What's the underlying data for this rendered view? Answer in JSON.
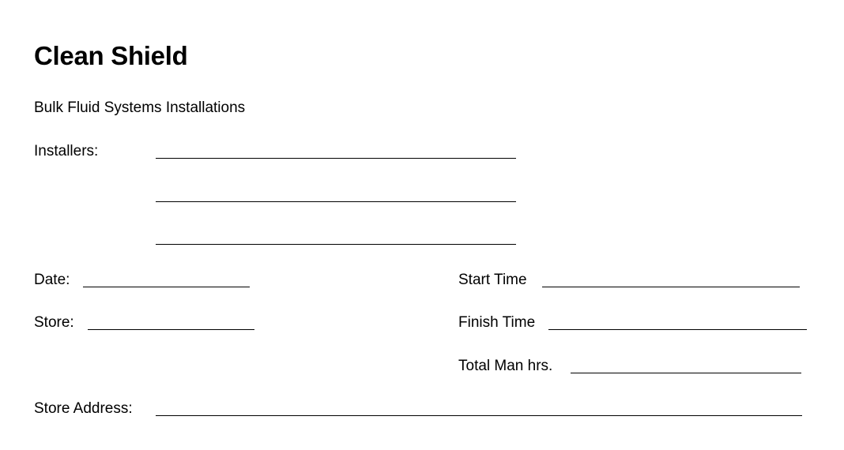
{
  "document": {
    "title": "Clean Shield",
    "subtitle": "Bulk Fluid Systems Installations"
  },
  "form": {
    "installers_label": "Installers:",
    "date_label": "Date:",
    "store_label": "Store:",
    "start_time_label": "Start Time",
    "finish_time_label": "Finish Time",
    "total_man_hrs_label": "Total Man hrs.",
    "store_address_label": "Store Address:"
  }
}
